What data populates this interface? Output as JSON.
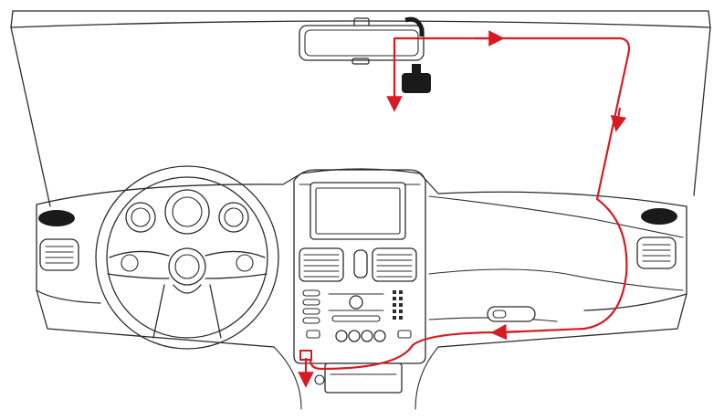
{
  "diagram": {
    "type": "dash-cam-installation-wiring",
    "cable_color": "#d81b23",
    "line_color": "#2b2b2b",
    "background": "#ffffff",
    "components": [
      "windshield",
      "rear-view-mirror",
      "dash-camera",
      "steering-wheel",
      "instrument-cluster",
      "center-screen",
      "air-vents",
      "power-outlet",
      "power-cable-route"
    ]
  }
}
